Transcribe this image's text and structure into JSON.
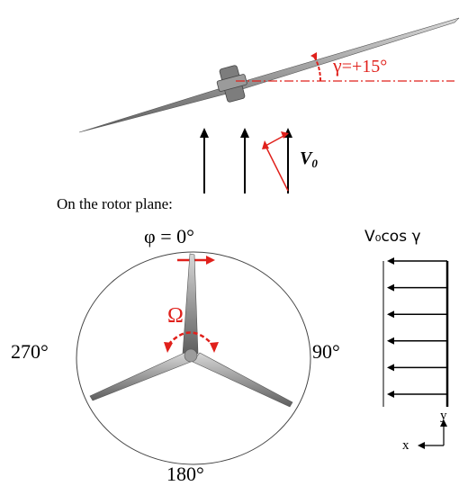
{
  "top_view": {
    "yaw_symbol": "γ",
    "yaw_value": "=+15°",
    "wind_symbol": "V",
    "wind_subscript": "0"
  },
  "rotor_plane": {
    "caption": "On the rotor plane:",
    "azimuth_top": "φ = 0°",
    "azimuth_right": "90°",
    "azimuth_bottom": "180°",
    "azimuth_left": "270°",
    "rotation_symbol": "Ω"
  },
  "inflow_profile": {
    "label": "V₀cos γ",
    "arrow_count": 6
  },
  "axes": {
    "x_label": "x",
    "y_label": "y"
  },
  "colors": {
    "accent_red": "#e0201b",
    "blade_gray": "#9a9a9a"
  }
}
